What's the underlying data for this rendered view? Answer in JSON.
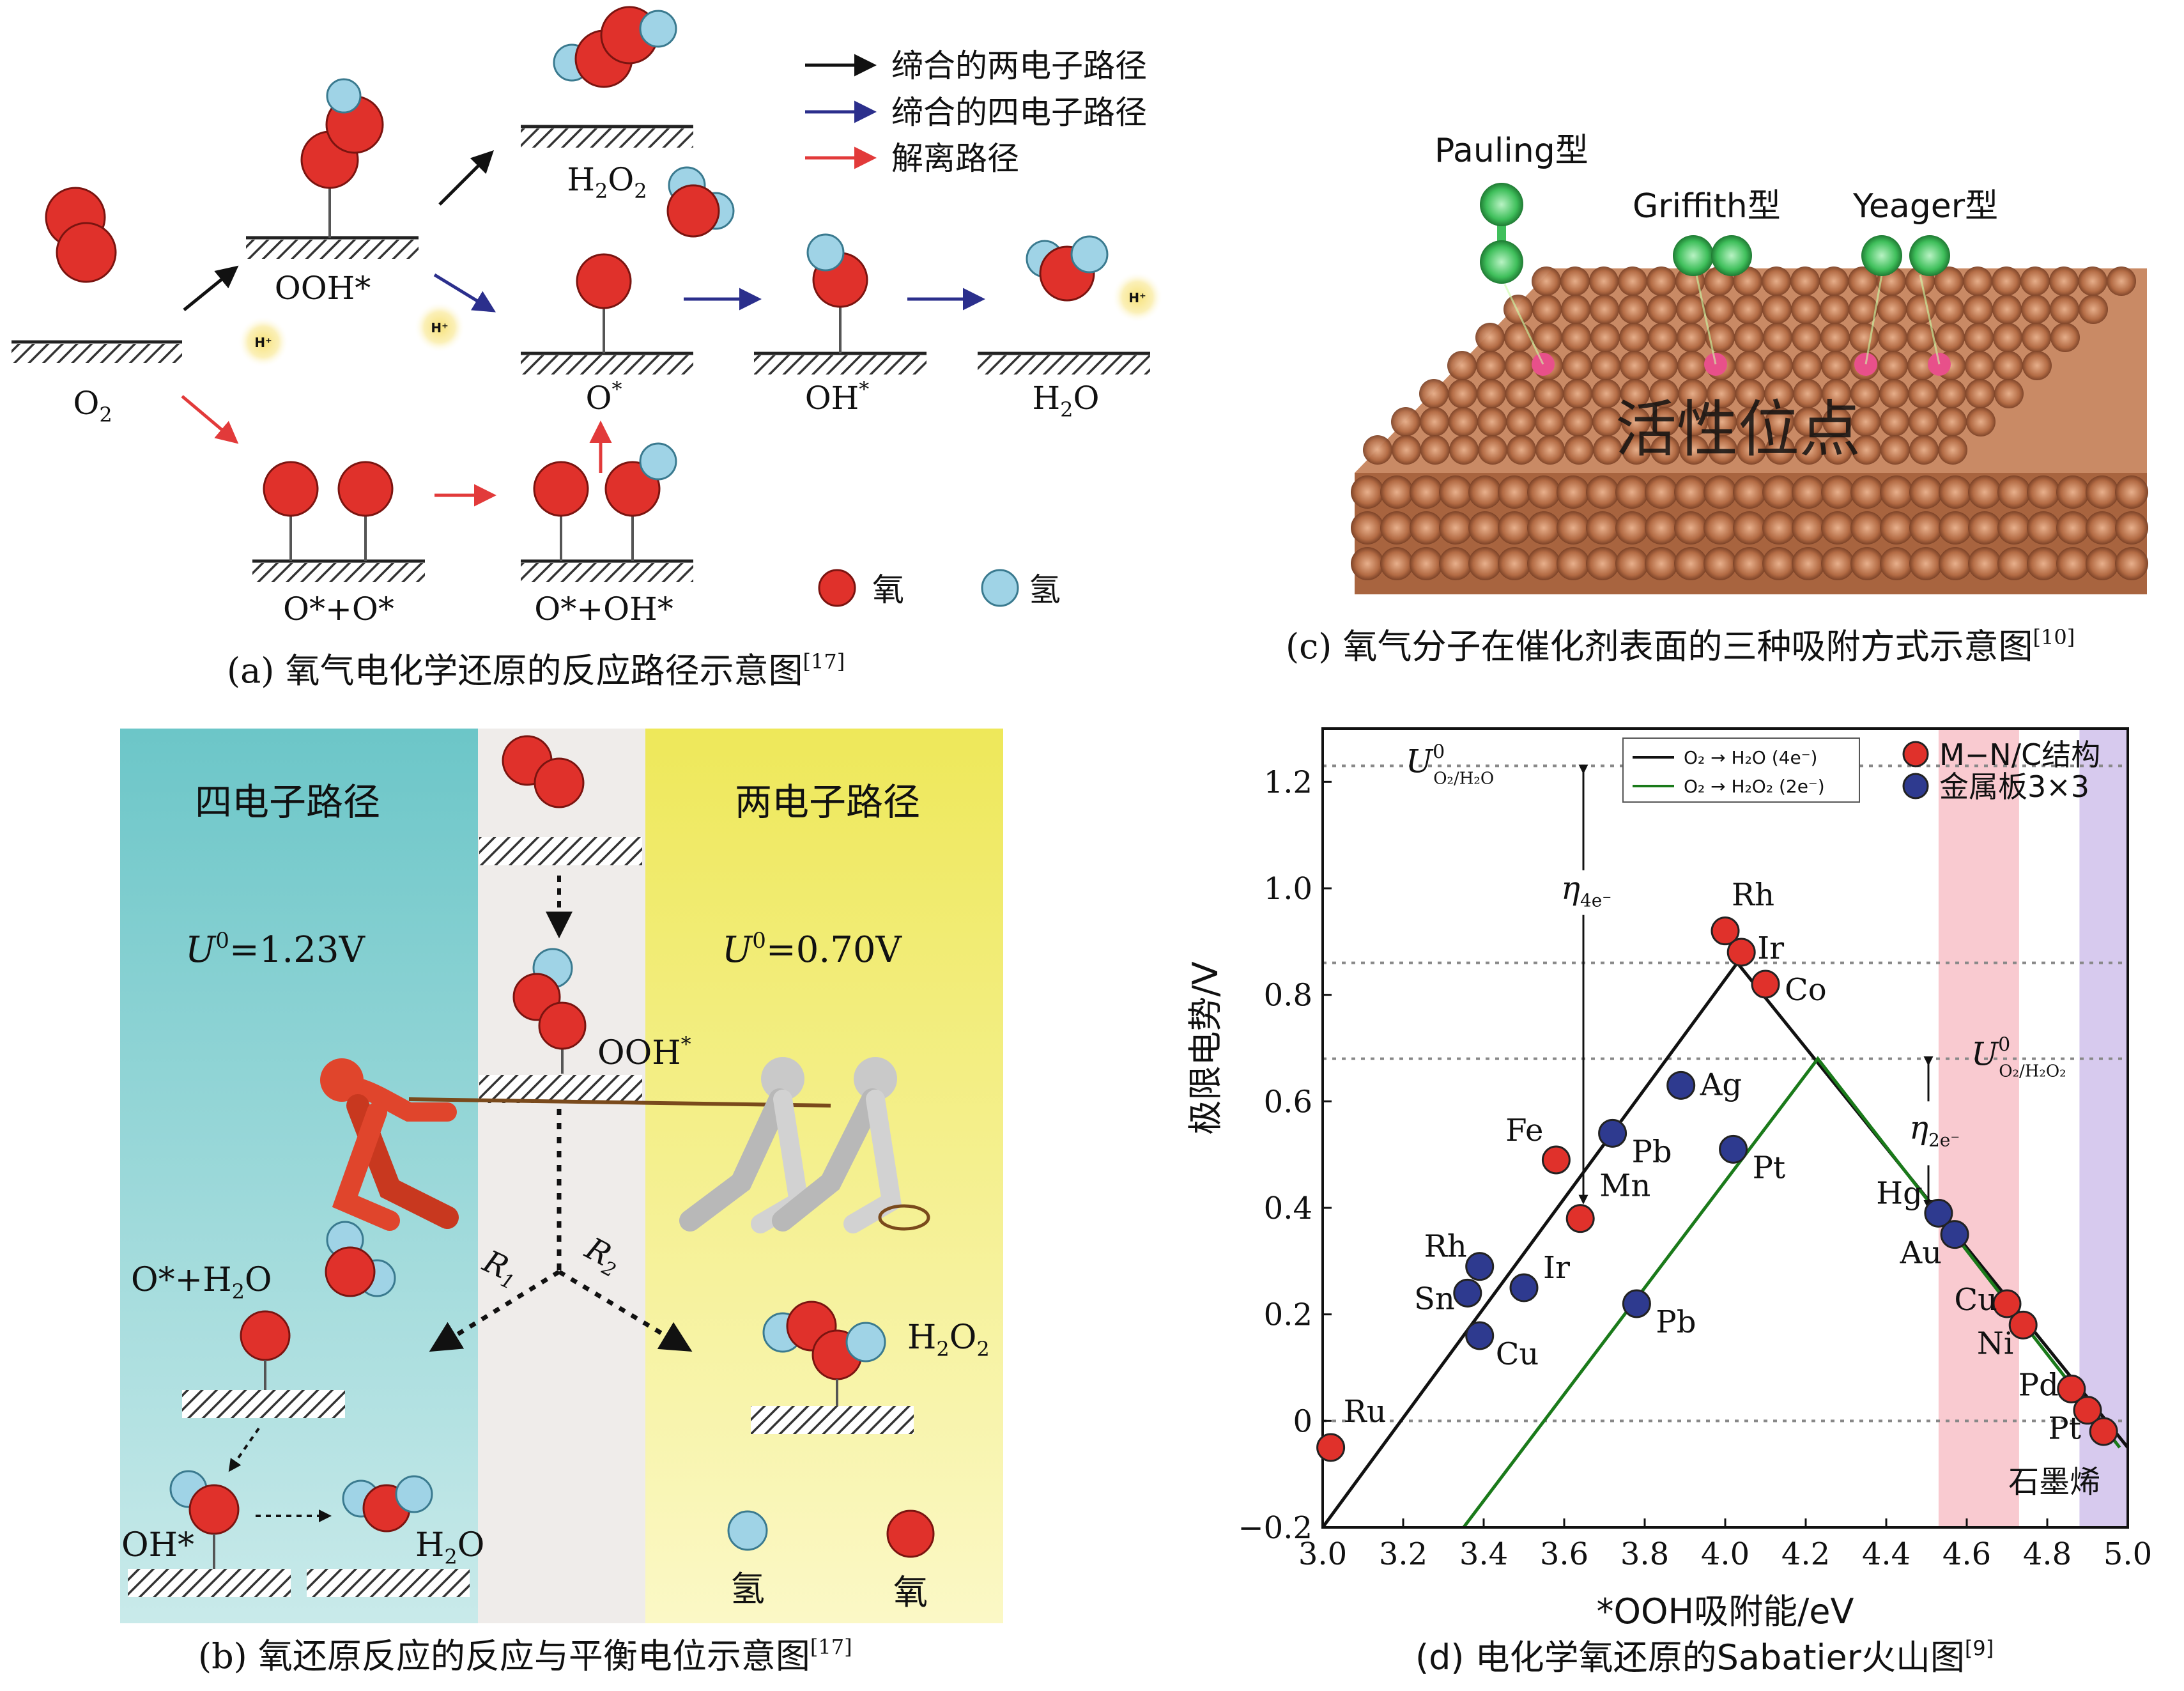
{
  "colors": {
    "oxygen": "#e0312b",
    "hydrogen": "#9fd3e6",
    "two_e_arrow": "#111111",
    "four_e_arrow": "#2b2f8c",
    "dissociation_arrow": "#e23a3a",
    "teal_bg": "#7fd0d0",
    "yellow_bg": "#f2ee6e",
    "line_4e": "#111111",
    "line_2e": "#1a7a1a",
    "band_pink": "#f7b8c0",
    "band_purple": "#c9b8e8",
    "blue_marker": "#2e3a8f"
  },
  "panel_a": {
    "legend": {
      "two_electron": "缔合的两电子路径",
      "four_electron": "缔合的四电子路径",
      "dissociation": "解离路径",
      "oxygen": "氧",
      "hydrogen": "氢"
    },
    "labels": {
      "o2": "O",
      "o2_sub": "2",
      "ooh": "OOH*",
      "h2o2": "H",
      "h2o2_sub1": "2",
      "h2o2_mid": "O",
      "h2o2_sub2": "2",
      "o_star": "O",
      "o_star_sup": "*",
      "oh_star": "OH",
      "oh_star_sup": "*",
      "h2o": "H",
      "h2o_sub": "2",
      "h2o_end": "O",
      "o_o": "O*+O*",
      "o_oh": "O*+OH*",
      "h_plus": "H⁺"
    },
    "caption": "(a) 氧气电化学还原的反应路径示意图",
    "caption_ref": "[17]"
  },
  "panel_b": {
    "left_title": "四电子路径",
    "right_title": "两电子路径",
    "left_potential": "=1.23V",
    "right_potential": "=0.70V",
    "u": "U",
    "u_sup": "0",
    "ooh": "OOH",
    "ooh_sup": "*",
    "o_h2o": "O*+H",
    "o_h2o_sub": "2",
    "o_h2o_end": "O",
    "oh": "OH*",
    "h2o": "H",
    "h2o_sub": "2",
    "h2o_end": "O",
    "h2o2": "H",
    "h2o2_sub1": "2",
    "h2o2_mid": "O",
    "h2o2_sub2": "2",
    "r1": "R",
    "r1_sub": "1",
    "r2": "R",
    "r2_sub": "2",
    "hydrogen": "氢",
    "oxygen": "氧",
    "caption": "(b) 氧还原反应的反应与平衡电位示意图",
    "caption_ref": "[17]"
  },
  "panel_c": {
    "pauling": "Pauling型",
    "griffith": "Griffith型",
    "yeager": "Yeager型",
    "active_site": "活性位点",
    "caption": "(c) 氧气分子在催化剂表面的三种吸附方式示意图",
    "caption_ref": "[10]"
  },
  "chart_data": {
    "type": "scatter",
    "title": "",
    "xlabel": "*OOH吸附能/eV",
    "ylabel": "极限电势/V",
    "xlim": [
      3.0,
      5.0
    ],
    "ylim": [
      -0.2,
      1.3
    ],
    "x_ticks": [
      "3.0",
      "3.2",
      "3.4",
      "3.6",
      "3.8",
      "4.0",
      "4.2",
      "4.4",
      "4.6",
      "4.8",
      "5.0"
    ],
    "y_ticks": [
      "−0.2",
      "0",
      "0.2",
      "0.4",
      "0.6",
      "0.8",
      "1.0",
      "1.2"
    ],
    "grid": false,
    "legend_position": "top",
    "legend_lines": [
      {
        "name": "O₂ → H₂O (4e⁻)",
        "color": "#111111"
      },
      {
        "name": "O₂ → H₂O₂ (2e⁻)",
        "color": "#1a7a1a"
      }
    ],
    "legend_markers": [
      {
        "name": "M−N/C结构",
        "color": "#e0312b"
      },
      {
        "name": "金属板3×3",
        "color": "#2e3a8f"
      }
    ],
    "reference_lines": [
      {
        "y": 1.23,
        "label": "U",
        "sup": "0",
        "sub": "O₂/H₂O"
      },
      {
        "y": 0.86,
        "label": ""
      },
      {
        "y": 0.68,
        "label": "U",
        "sup": "0",
        "sub": "O₂/H₂O₂"
      },
      {
        "y": 0.0,
        "label": ""
      }
    ],
    "overpotential_labels": [
      {
        "text": "η",
        "sub": "4e⁻"
      },
      {
        "text": "η",
        "sub": "2e⁻"
      }
    ],
    "bands": [
      {
        "x0": 4.53,
        "x1": 4.73,
        "color": "#f7b8c0"
      },
      {
        "x0": 4.88,
        "x1": 5.0,
        "color": "#c9b8e8"
      }
    ],
    "lines_4e": [
      [
        3.0,
        -0.2
      ],
      [
        4.03,
        0.86
      ],
      [
        5.0,
        -0.05
      ]
    ],
    "line_2e": [
      [
        3.35,
        -0.2
      ],
      [
        4.23,
        0.68
      ],
      [
        4.98,
        -0.05
      ]
    ],
    "series": [
      {
        "name": "M−N/C结构",
        "color": "#e0312b",
        "points": [
          {
            "label": "Ru",
            "x": 3.02,
            "y": -0.05
          },
          {
            "label": "Fe",
            "x": 3.58,
            "y": 0.49
          },
          {
            "label": "Mn",
            "x": 3.64,
            "y": 0.38
          },
          {
            "label": "Rh",
            "x": 4.0,
            "y": 0.92
          },
          {
            "label": "Ir",
            "x": 4.04,
            "y": 0.88
          },
          {
            "label": "Co",
            "x": 4.1,
            "y": 0.82
          },
          {
            "label": "Cu",
            "x": 4.7,
            "y": 0.22
          },
          {
            "label": "Ni",
            "x": 4.74,
            "y": 0.18
          },
          {
            "label": "Pd",
            "x": 4.86,
            "y": 0.06
          },
          {
            "label": "Pt",
            "x": 4.9,
            "y": 0.02
          },
          {
            "label": "石墨烯",
            "x": 4.94,
            "y": -0.02
          }
        ]
      },
      {
        "name": "金属板3×3",
        "color": "#2e3a8f",
        "points": [
          {
            "label": "Rh",
            "x": 3.39,
            "y": 0.29
          },
          {
            "label": "Sn",
            "x": 3.36,
            "y": 0.24
          },
          {
            "label": "Cu",
            "x": 3.39,
            "y": 0.16
          },
          {
            "label": "Ir",
            "x": 3.5,
            "y": 0.25
          },
          {
            "label": "Pb",
            "x": 3.72,
            "y": 0.54
          },
          {
            "label": "Ag",
            "x": 3.89,
            "y": 0.63
          },
          {
            "label": "Pt",
            "x": 4.02,
            "y": 0.51
          },
          {
            "label": "Pb",
            "x": 3.78,
            "y": 0.22
          },
          {
            "label": "Hg",
            "x": 4.53,
            "y": 0.39
          },
          {
            "label": "Au",
            "x": 4.57,
            "y": 0.35
          }
        ]
      }
    ]
  },
  "panel_d": {
    "caption": "(d) 电化学氧还原的Sabatier火山图",
    "caption_ref": "[9]"
  }
}
